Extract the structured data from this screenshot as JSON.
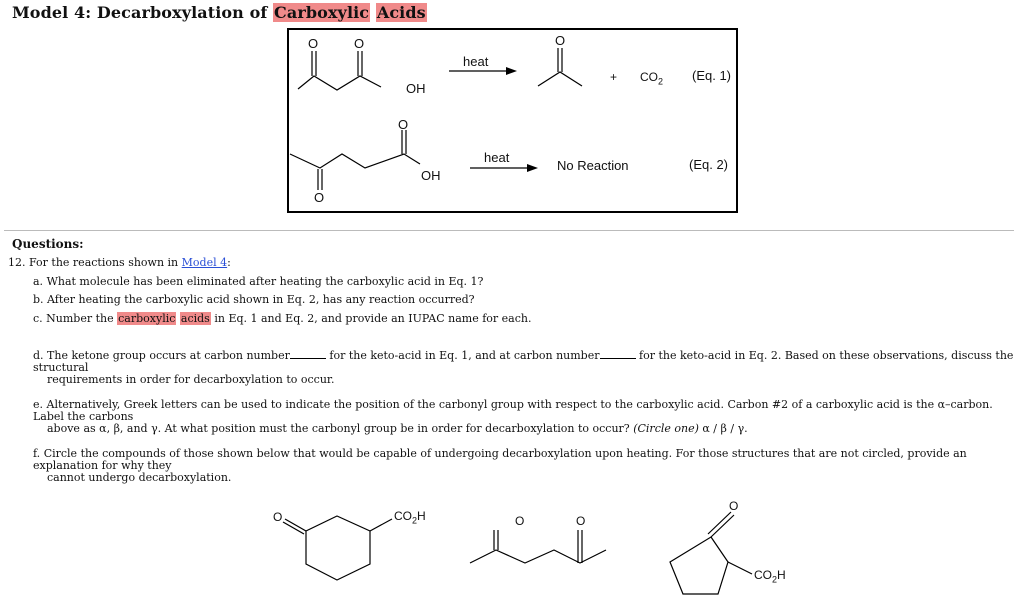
{
  "title": {
    "prefix": "Model 4: Decarboxylation of ",
    "highlight1": "Carboxylic",
    "highlight2": "Acids"
  },
  "model": {
    "eq1": {
      "arrow_label": "heat",
      "plus": "+",
      "product2": "CO",
      "product2_sub": "2",
      "eq_label": "(Eq. 1)",
      "oh": "OH"
    },
    "eq2": {
      "arrow_label": "heat",
      "result": "No Reaction",
      "eq_label": "(Eq. 2)",
      "oh": "OH"
    },
    "oxygen": "O"
  },
  "questions": {
    "heading": "Questions:",
    "q12": {
      "number": "12.",
      "text_before": "For the reactions shown in ",
      "link": "Model 4",
      "text_after": ":"
    },
    "a": {
      "marker": "a.",
      "text": "What molecule has been eliminated after heating the carboxylic acid in Eq. 1?"
    },
    "b": {
      "marker": "b.",
      "text": "After heating the carboxylic acid shown in Eq. 2, has any reaction occurred?"
    },
    "c": {
      "marker": "c.",
      "before": "Number the ",
      "highlight1": "carboxylic",
      "highlight2": "acids",
      "after": " in Eq. 1 and Eq. 2, and provide an IUPAC name for each."
    },
    "d": {
      "marker": "d.",
      "part1": "The ketone group occurs at carbon number",
      "part2": "for the keto-acid in Eq. 1, and at carbon number",
      "part3": "for the keto-acid in Eq. 2. Based on these observations, discuss the structural",
      "line2": "requirements in order for decarboxylation to occur."
    },
    "e": {
      "marker": "e.",
      "line1": "Alternatively, Greek letters can be used to indicate the position of the carbonyl group with respect to the carboxylic acid. Carbon #2 of a carboxylic acid is the α–carbon. Label the carbons",
      "line2": "above as α, β, and γ. At what position must the carbonyl group be in order for decarboxylation to occur? ",
      "circle_one": "(Circle one)",
      "options": " α / β / γ."
    },
    "f": {
      "marker": "f.",
      "line1": "Circle the compounds of those shown below that would be capable of undergoing decarboxylation upon heating. For those structures that are not circled, provide an explanation for why they",
      "line2": "cannot undergo decarboxylation."
    }
  },
  "compounds": {
    "co2h_1": "CO",
    "co2h_1_sub": "2",
    "co2h_1_end": "H",
    "co2h_2": "CO",
    "co2h_2_sub": "2",
    "co2h_2_end": "H",
    "oxygen": "O"
  }
}
